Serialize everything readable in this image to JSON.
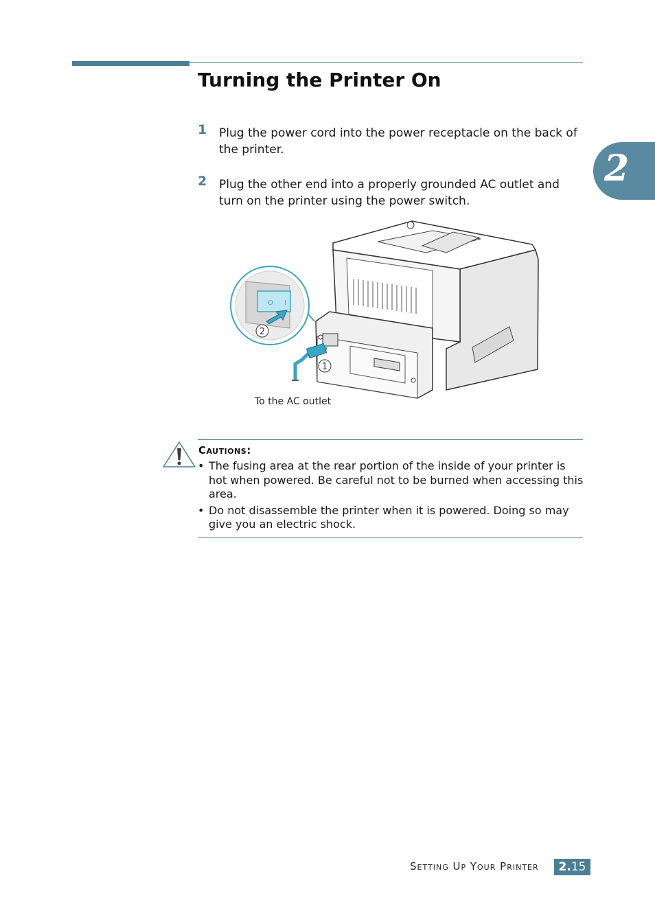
{
  "header": {
    "title": "Turning the Printer On"
  },
  "chapter_tab": {
    "number": "2"
  },
  "steps": [
    {
      "number": "1",
      "text": "Plug the power cord into the power receptacle on the back of the printer."
    },
    {
      "number": "2",
      "text": "Plug the other end into a properly grounded AC outlet and turn on the printer using the power switch."
    }
  ],
  "figure": {
    "caption": "To the AC outlet",
    "callout_1": "1",
    "callout_2": "2",
    "switch_off": "O",
    "switch_on": "I"
  },
  "cautions": {
    "title": "Cautions:",
    "items": [
      "The fusing area at the rear portion of the inside of your printer is hot when powered. Be careful not to be burned when accessing this area.",
      "Do not disassemble the printer when it is powered. Doing so may give you an electric shock."
    ]
  },
  "footer": {
    "section": "Setting Up Your Printer",
    "page_chapter": "2.",
    "page_number": "15"
  },
  "colors": {
    "accent": "#4a7f96",
    "tab": "#5a8aa1",
    "cord": "#3aa6c4"
  }
}
